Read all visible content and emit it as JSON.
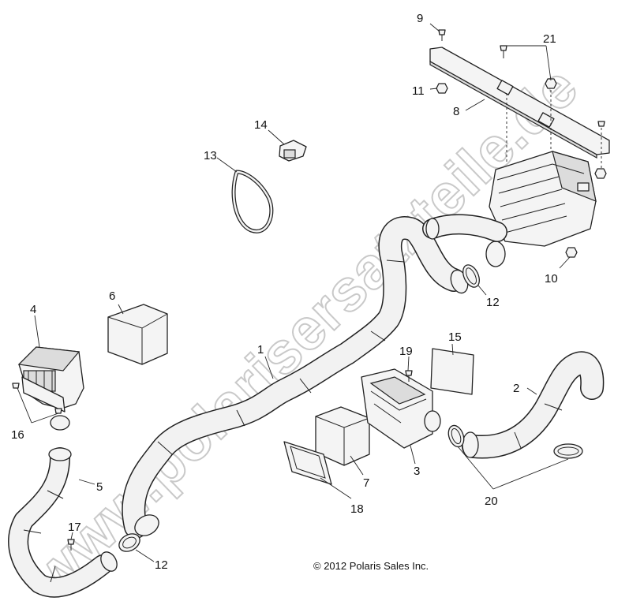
{
  "watermark": "www.polarisersatzteile.de",
  "copyright": "© 2012 Polaris Sales Inc.",
  "callouts": {
    "c1": "1",
    "c2": "2",
    "c3": "3",
    "c4": "4",
    "c5": "5",
    "c6": "6",
    "c7": "7",
    "c8": "8",
    "c9": "9",
    "c10": "10",
    "c11": "11",
    "c12a": "12",
    "c12b": "12",
    "c13": "13",
    "c14": "14",
    "c15": "15",
    "c16": "16",
    "c17": "17",
    "c18": "18",
    "c19": "19",
    "c20": "20",
    "c21": "21"
  }
}
